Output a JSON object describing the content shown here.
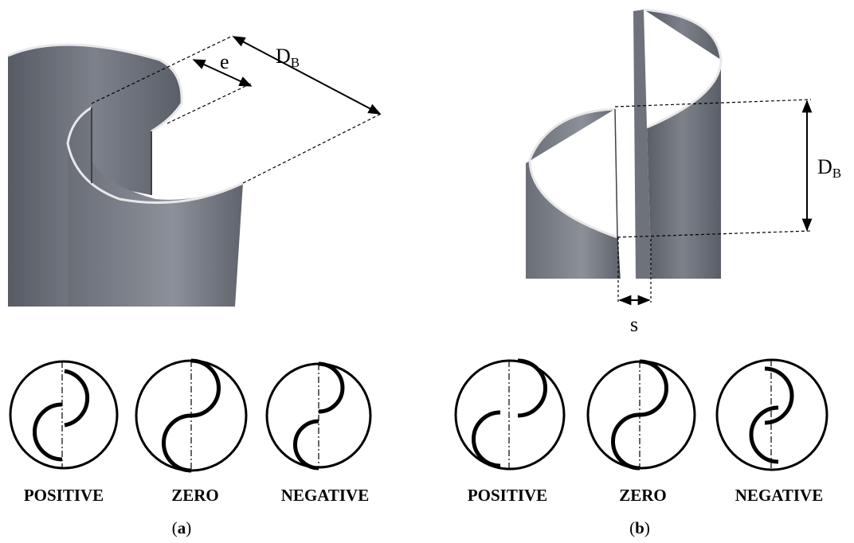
{
  "panel_a": {
    "dimension_labels": {
      "overlap": "e",
      "diameter": "D",
      "diameter_sub": "B"
    },
    "configurations": [
      "POSITIVE",
      "ZERO",
      "NEGATIVE"
    ],
    "caption_open": "(",
    "caption_letter": "a",
    "caption_close": ")"
  },
  "panel_b": {
    "dimension_labels": {
      "gap": "s",
      "diameter": "D",
      "diameter_sub": "B"
    },
    "configurations": [
      "POSITIVE",
      "ZERO",
      "NEGATIVE"
    ],
    "caption_open": "(",
    "caption_letter": "b",
    "caption_close": ")"
  },
  "colors": {
    "blade_dark": "#4f535c",
    "blade_light": "#8a8e97",
    "line": "#000000"
  }
}
